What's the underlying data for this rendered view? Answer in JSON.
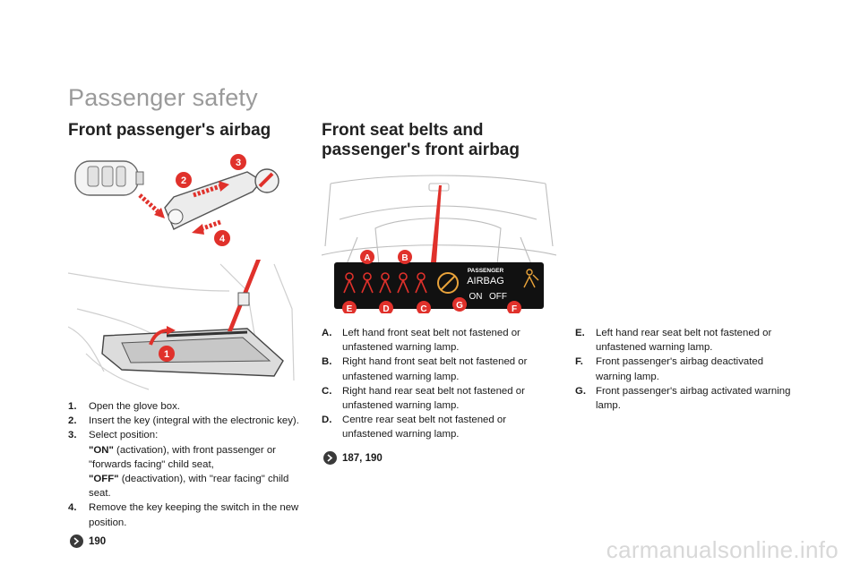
{
  "page_title": "Passenger safety",
  "left_heading": "Front passenger's airbag",
  "right_heading_line1": "Front seat belts and",
  "right_heading_line2": "passenger's front airbag",
  "glove_steps": [
    {
      "num": "1.",
      "text": "Open the glove box."
    },
    {
      "num": "2.",
      "text": "Insert the key (integral with the electronic key)."
    },
    {
      "num": "3.",
      "text": "Select position:",
      "on_label": "\"ON\"",
      "on_text": " (activation), with front passenger or \"forwards facing\" child seat,",
      "off_label": "\"OFF\"",
      "off_text": " (deactivation), with \"rear facing\" child seat."
    },
    {
      "num": "4.",
      "text": "Remove the key keeping the switch in the new position."
    }
  ],
  "left_ref": "190",
  "lamps_col1": [
    {
      "key": "A.",
      "text": "Left hand front seat belt not fastened or unfastened warning lamp."
    },
    {
      "key": "B.",
      "text": "Right hand front seat belt not fastened or unfastened warning lamp."
    },
    {
      "key": "C.",
      "text": "Right hand rear seat belt not fastened or unfastened warning lamp."
    },
    {
      "key": "D.",
      "text": "Centre rear seat belt not fastened or unfastened warning lamp."
    }
  ],
  "lamps_col2": [
    {
      "key": "E.",
      "text": "Left hand rear seat belt not fastened or unfastened warning lamp."
    },
    {
      "key": "F.",
      "text": "Front passenger's airbag deactivated warning lamp."
    },
    {
      "key": "G.",
      "text": "Front passenger's airbag activated warning lamp."
    }
  ],
  "right_ref": "187, 190",
  "illustration_callouts": [
    "1",
    "2",
    "3",
    "4"
  ],
  "panel_callouts": [
    "A",
    "B",
    "C",
    "D",
    "E",
    "F",
    "G"
  ],
  "panel_text": {
    "passenger": "PASSENGER",
    "airbag": "AIRBAG",
    "on": "ON",
    "off": "OFF"
  },
  "watermark": "carmanualsonline.info",
  "colors": {
    "accent_red": "#e0312b",
    "panel_bg": "#111111",
    "title_gray": "#9a9a9a"
  }
}
